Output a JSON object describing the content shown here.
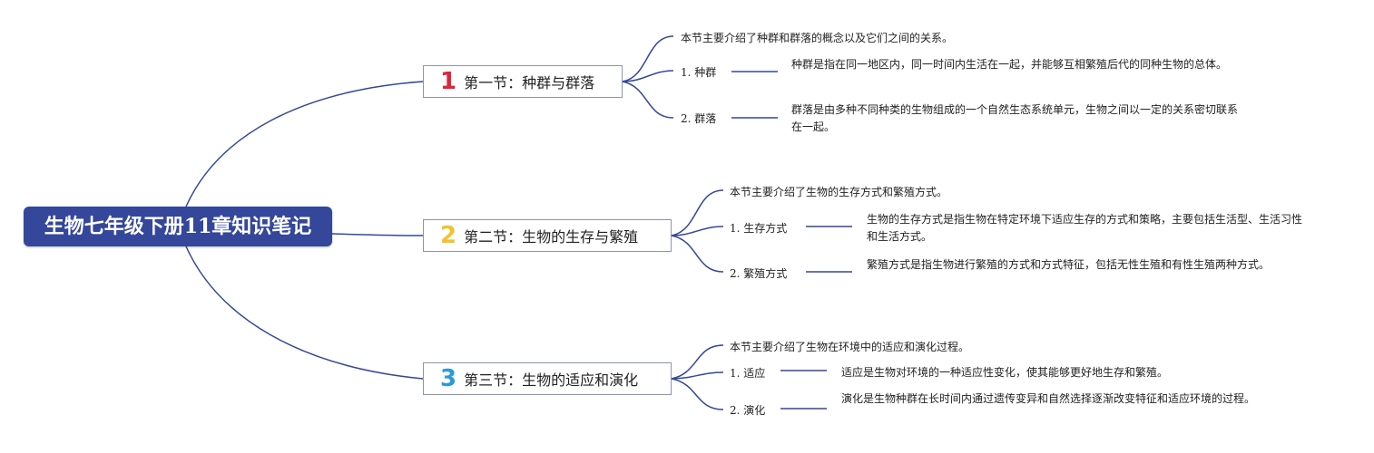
{
  "root": {
    "title": "生物七年级下册11章知识笔记"
  },
  "sections": [
    {
      "number": "1",
      "number_color": "#e0243a",
      "title": "第一节：种群与群落",
      "intro": "本节主要介绍了种群和群落的概念以及它们之间的关系。",
      "items": [
        {
          "label": "1. 种群",
          "desc": "种群是指在同一地区内，同一时间内生活在一起，并能够互相繁殖后代的同种生物的总体。"
        },
        {
          "label": "2. 群落",
          "desc": "群落是由多种不同种类的生物组成的一个自然生态系统单元，生物之间以一定的关系密切联系在一起。"
        }
      ]
    },
    {
      "number": "2",
      "number_color": "#f2c230",
      "title": "第二节：生物的生存与繁殖",
      "intro": "本节主要介绍了生物的生存方式和繁殖方式。",
      "items": [
        {
          "label": "1. 生存方式",
          "desc": "生物的生存方式是指生物在特定环境下适应生存的方式和策略，主要包括生活型、生活习性和生活方式。"
        },
        {
          "label": "2. 繁殖方式",
          "desc": "繁殖方式是指生物进行繁殖的方式和方式特征，包括无性生殖和有性生殖两种方式。"
        }
      ]
    },
    {
      "number": "3",
      "number_color": "#2d9ad8",
      "title": "第三节：生物的适应和演化",
      "intro": "本节主要介绍了生物在环境中的适应和演化过程。",
      "items": [
        {
          "label": "1. 适应",
          "desc": "适应是生物对环境的一种适应性变化，使其能够更好地生存和繁殖。"
        },
        {
          "label": "2. 演化",
          "desc": "演化是生物种群在长时间内通过遗传变异和自然选择逐渐改变特征和适应环境的过程。"
        }
      ]
    }
  ],
  "colors": {
    "line": "#34479a",
    "root_bg": "#34479a"
  }
}
